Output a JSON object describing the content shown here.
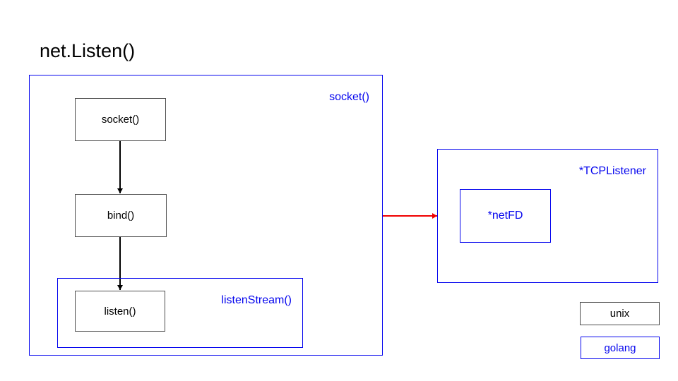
{
  "title": "net.Listen()",
  "colors": {
    "blue": "#0505ee",
    "red": "#f00000",
    "gray_border": "#4d4d4d",
    "black": "#000000"
  },
  "diagram": {
    "outer_box": {
      "label": "socket()"
    },
    "flow": [
      {
        "label": "socket()"
      },
      {
        "label": "bind()"
      },
      {
        "label": "listen()"
      }
    ],
    "listen_stream": {
      "label": "listenStream()"
    },
    "tcp_listener": {
      "label": "*TCPListener"
    },
    "netfd": {
      "label": "*netFD"
    },
    "legend": [
      {
        "label": "unix"
      },
      {
        "label": "golang"
      }
    ]
  }
}
